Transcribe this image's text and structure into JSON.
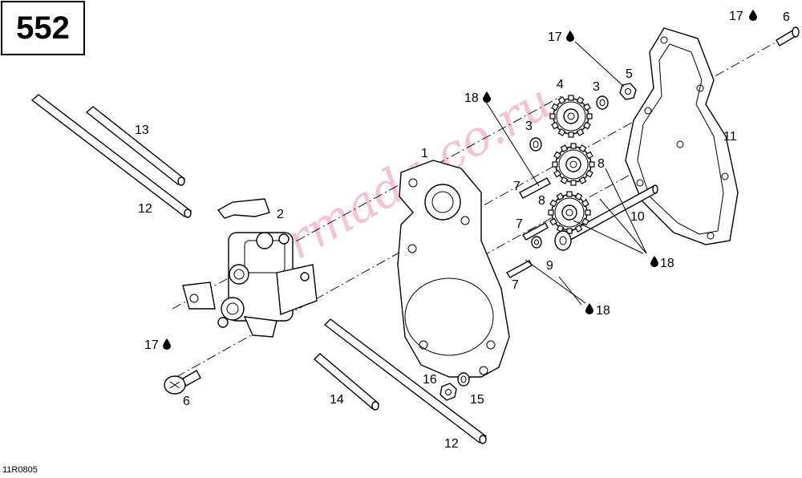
{
  "page_number": "552",
  "figure_code": "11R0805",
  "watermark": "armada-co.ru",
  "callouts": {
    "c1": "1",
    "c2": "2",
    "c3a": "3",
    "c3b": "3",
    "c4": "4",
    "c5": "5",
    "c6a": "6",
    "c6b": "6",
    "c7a": "7",
    "c7b": "7",
    "c7c": "7",
    "c8a": "8",
    "c8b": "8",
    "c9": "9",
    "c10": "10",
    "c11": "11",
    "c12a": "12",
    "c12b": "12",
    "c13": "13",
    "c14": "14",
    "c15": "15",
    "c16": "16",
    "c17a": "17",
    "c17b": "17",
    "c17c": "17",
    "c18a": "18",
    "c18b": "18",
    "c18c": "18"
  },
  "icons": {
    "drop": "drop-icon"
  }
}
